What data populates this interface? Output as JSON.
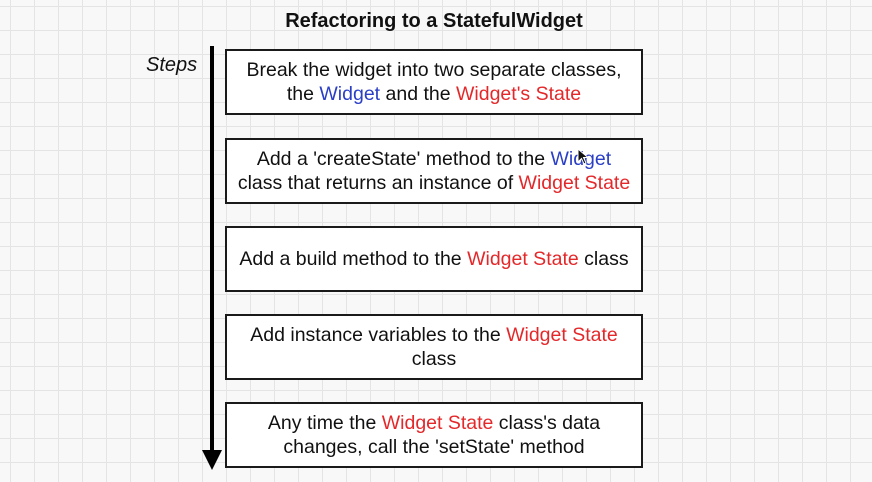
{
  "title": "Refactoring to a StatefulWidget",
  "steps_label": "Steps",
  "colors": {
    "blue": "#2a3fc6",
    "red": "#e4282a"
  },
  "steps": [
    {
      "lines": [
        [
          {
            "t": "Break the widget into two separate classes,"
          }
        ],
        [
          {
            "t": "the "
          },
          {
            "t": "Widget",
            "c": "blue"
          },
          {
            "t": " and the "
          },
          {
            "t": "Widget's State",
            "c": "red"
          }
        ]
      ]
    },
    {
      "lines": [
        [
          {
            "t": "Add a 'createState' method to the "
          },
          {
            "t": "Widget",
            "c": "blue"
          }
        ],
        [
          {
            "t": "class that returns an instance of "
          },
          {
            "t": "Widget State",
            "c": "red"
          }
        ]
      ]
    },
    {
      "lines": [
        [
          {
            "t": "Add a build method to the "
          },
          {
            "t": "Widget State",
            "c": "red"
          },
          {
            "t": " class"
          }
        ]
      ]
    },
    {
      "lines": [
        [
          {
            "t": "Add instance variables to the "
          },
          {
            "t": "Widget State",
            "c": "red"
          }
        ],
        [
          {
            "t": "class"
          }
        ]
      ]
    },
    {
      "lines": [
        [
          {
            "t": "Any time the "
          },
          {
            "t": "Widget State",
            "c": "red"
          },
          {
            "t": " class's data"
          }
        ],
        [
          {
            "t": "changes, call the 'setState' method"
          }
        ]
      ]
    }
  ]
}
